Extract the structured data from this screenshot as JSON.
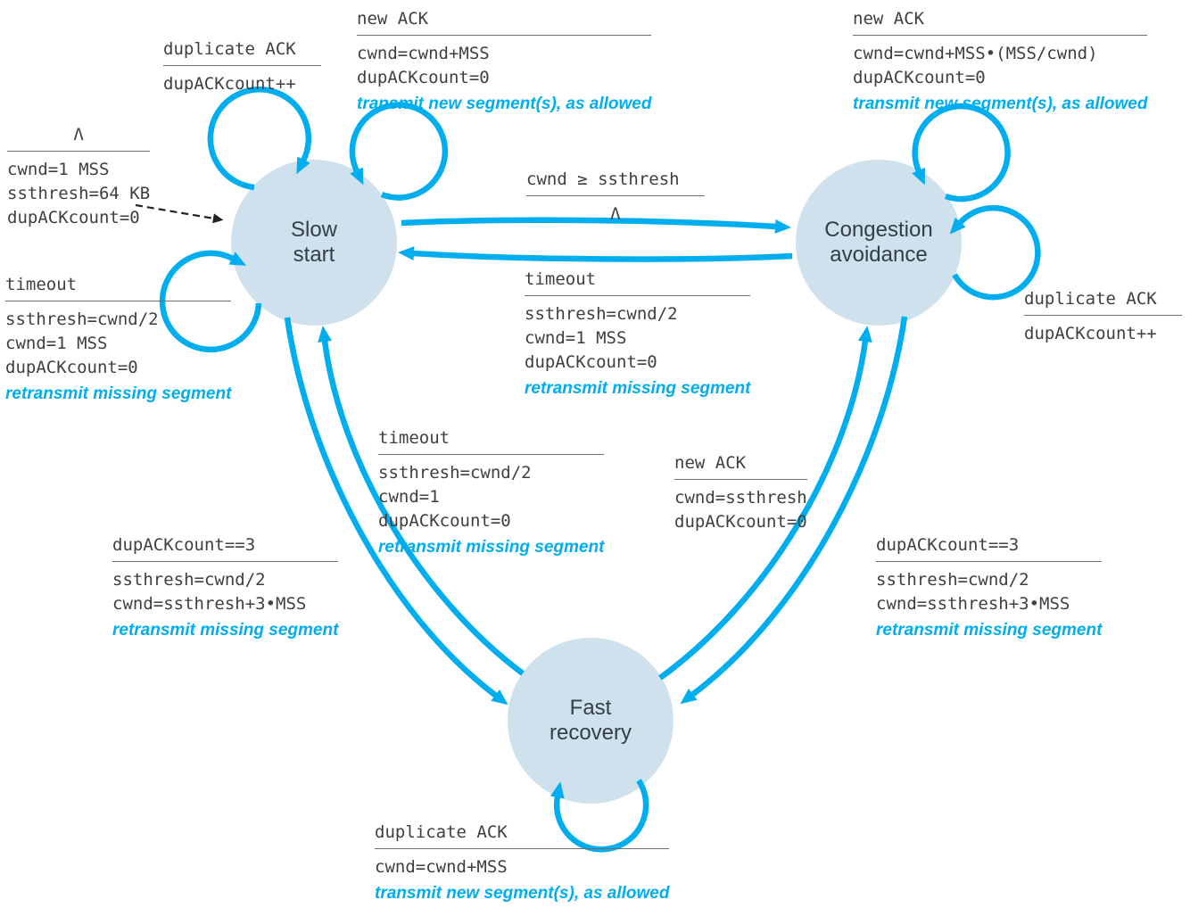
{
  "colors": {
    "accent": "#00AEEF",
    "state_fill": "#CEE1ED",
    "mono_text": "#3F3F3F",
    "state_text": "#333F48",
    "underline": "#6E6E6E"
  },
  "states": {
    "slow_start": {
      "line1": "Slow",
      "line2": "start"
    },
    "congestion_avoidance": {
      "line1": "Congestion",
      "line2": "avoidance"
    },
    "fast_recovery": {
      "line1": "Fast",
      "line2": "recovery"
    }
  },
  "notes": {
    "init": {
      "cond": "Λ",
      "a1": "cwnd=1 MSS",
      "a2": "ssthresh=64 KB",
      "a3": "dupACKcount=0"
    },
    "ss_dup_ack": {
      "cond": "duplicate ACK",
      "a1": "dupACKcount++"
    },
    "ss_new_ack": {
      "cond": "new ACK",
      "a1": "cwnd=cwnd+MSS",
      "a2": "dupACKcount=0",
      "em": "transmit new segment(s), as allowed"
    },
    "ss_timeout": {
      "cond": "timeout",
      "a1": "ssthresh=cwnd/2",
      "a2": "cwnd=1 MSS",
      "a3": "dupACKcount=0",
      "em": "retransmit missing segment"
    },
    "ss_to_ca": {
      "cond": "cwnd ≥ ssthresh",
      "a1": "Λ"
    },
    "ca_timeout": {
      "cond": "timeout",
      "a1": "ssthresh=cwnd/2",
      "a2": "cwnd=1 MSS",
      "a3": "dupACKcount=0",
      "em": "retransmit missing segment"
    },
    "ca_new_ack": {
      "cond": "new ACK",
      "a1": "cwnd=cwnd+MSS•(MSS/cwnd)",
      "a2": "dupACKcount=0",
      "em": "transmit new segment(s), as allowed"
    },
    "ca_dup_ack": {
      "cond": "duplicate ACK",
      "a1": "dupACKcount++"
    },
    "fr_timeout": {
      "cond": "timeout",
      "a1": "ssthresh=cwnd/2",
      "a2": "cwnd=1",
      "a3": "dupACKcount=0",
      "em": "retransmit missing segment"
    },
    "fr_new_ack": {
      "cond": "new ACK",
      "a1": "cwnd=ssthresh",
      "a2": "dupACKcount=0"
    },
    "ss_dup3": {
      "cond": "dupACKcount==3",
      "a1": "ssthresh=cwnd/2",
      "a2": "cwnd=ssthresh+3•MSS",
      "em": "retransmit missing segment"
    },
    "ca_dup3": {
      "cond": "dupACKcount==3",
      "a1": "ssthresh=cwnd/2",
      "a2": "cwnd=ssthresh+3•MSS",
      "em": "retransmit missing segment"
    },
    "fr_dup_ack": {
      "cond": "duplicate ACK",
      "a1": "cwnd=cwnd+MSS",
      "em": "transmit new segment(s), as allowed"
    }
  }
}
